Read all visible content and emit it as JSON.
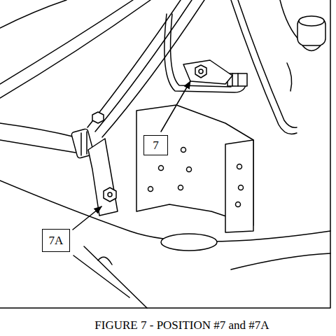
{
  "diagram": {
    "caption": "FIGURE 7 - POSITION #7 and #7A",
    "nodes": [
      {
        "text": [
          "7"
        ]
      },
      {
        "text": [
          "7A"
        ]
      }
    ]
  }
}
